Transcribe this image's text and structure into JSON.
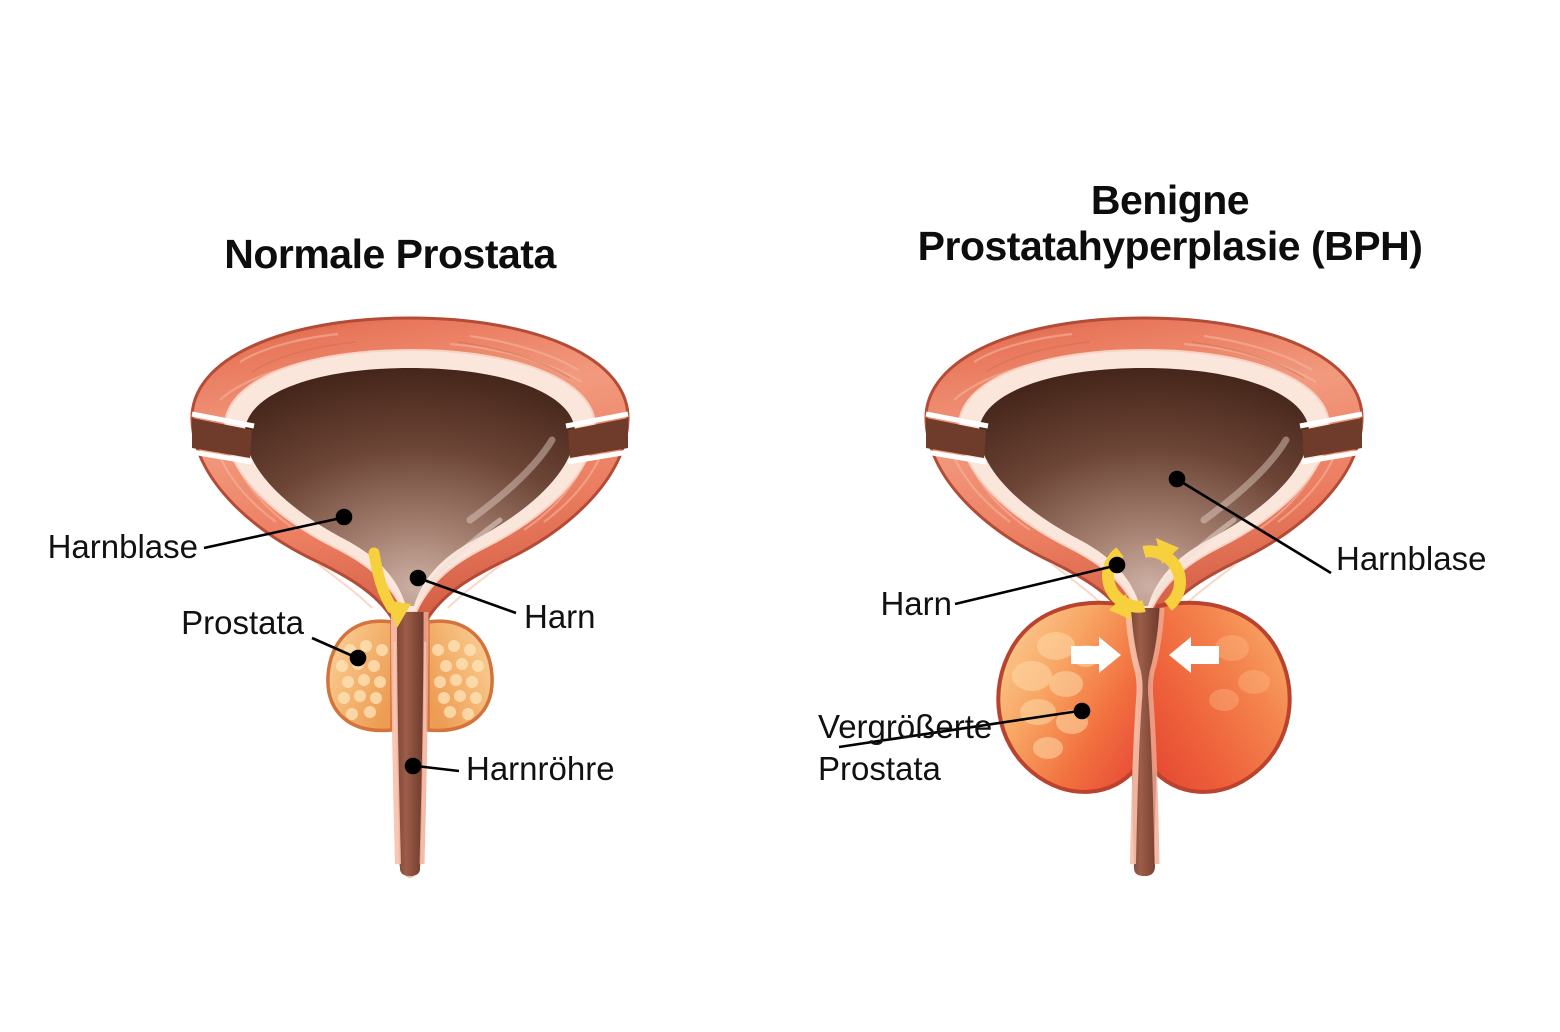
{
  "figure": {
    "type": "medical-illustration",
    "subject": "Prostate anatomy comparison",
    "language": "de",
    "background_color": "#ffffff"
  },
  "panels": [
    {
      "id": "normal",
      "title": "Normale Prostata",
      "title_lines": [
        "Normale Prostata"
      ],
      "labels": [
        {
          "name": "bladder",
          "text": "Harnblase"
        },
        {
          "name": "prostate",
          "text": "Prostata"
        },
        {
          "name": "urine",
          "text": "Harn"
        },
        {
          "name": "urethra",
          "text": "Harnröhre"
        }
      ]
    },
    {
      "id": "bph",
      "title": "Benigne Prostatahyperplasie (BPH)",
      "title_lines": [
        "Benigne",
        "Prostatahyperplasie (BPH)"
      ],
      "labels": [
        {
          "name": "bladder",
          "text": "Harnblase"
        },
        {
          "name": "urine",
          "text": "Harn"
        },
        {
          "name": "enlarged-prostate-line1",
          "text": "Vergrößerte"
        },
        {
          "name": "enlarged-prostate-line2",
          "text": "Prostata"
        }
      ]
    }
  ],
  "colors": {
    "text": "#111111",
    "title": "#0d0d0d",
    "bladder_muscle_light": "#f08a6e",
    "bladder_muscle_mid": "#e8765a",
    "bladder_muscle_dark": "#c2553f",
    "bladder_outline": "#b34b37",
    "submucosa": "#fbe2d8",
    "bladder_lumen_dark": "#4a2a20",
    "bladder_lumen_light": "#c4a398",
    "ureter_stub": "#6f3b2b",
    "prostate_normal_light": "#f8c98f",
    "prostate_normal_mid": "#f2a961",
    "prostate_normal_outline": "#d4733c",
    "prostate_bph_light": "#f9b472",
    "prostate_bph_mid": "#f07a4e",
    "prostate_bph_deep": "#e84f37",
    "prostate_bph_outline": "#b9432f",
    "urethra_tube": "#8d5140",
    "urethra_edge": "#f0a48c",
    "urine_arrow": "#f7d13d",
    "urine_arrow_edge": "#e3b622",
    "compression_arrow": "#ffffff",
    "leader_line": "#000000"
  },
  "annotations": {
    "normal_urine_flow": "single curved downward arrow",
    "bph_urine_flow": "circular double-headed looping arrow",
    "compression": "two opposing white block arrows squeezing the urethra"
  }
}
